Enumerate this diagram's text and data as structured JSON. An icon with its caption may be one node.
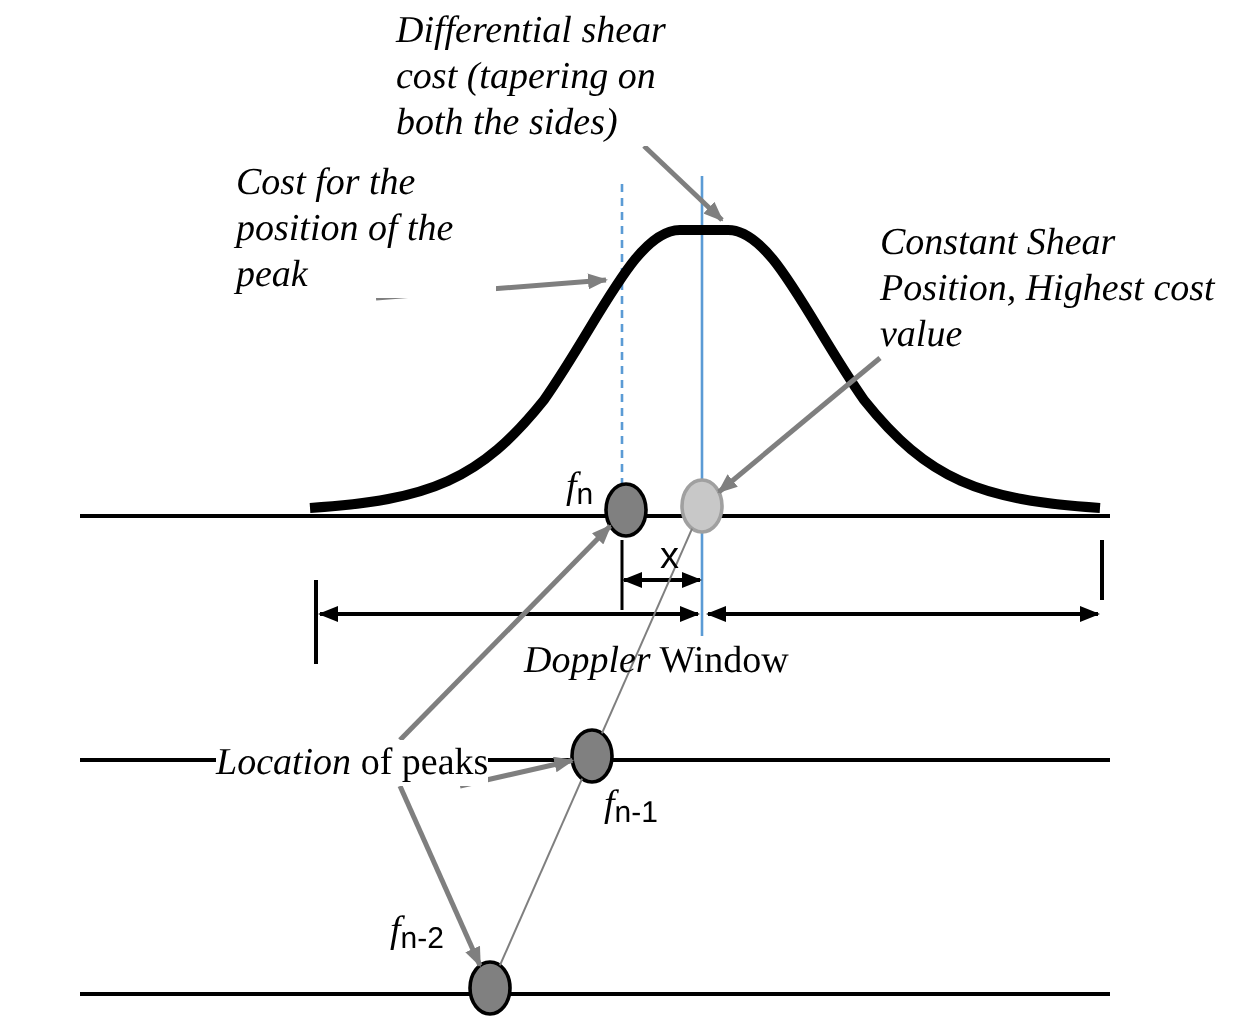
{
  "diagram": {
    "nodes": [
      {
        "text": [
          "Differential shear cost (tapering on both the sides)"
        ]
      },
      {
        "text": [
          "Cost for the position of the peak"
        ]
      },
      {
        "text": [
          "Constant Shear Position, Highest cost value"
        ]
      },
      {
        "text": [
          "*Location* of peaks"
        ]
      },
      {
        "text": [],
        "shape": "curve"
      },
      {
        "text": [],
        "shape": "circle"
      },
      {
        "text": [],
        "shape": "circle"
      },
      {
        "text": [],
        "shape": "circle",
        "beside": [
          "*f*$_{n-1}$"
        ]
      },
      {
        "text": [],
        "shape": "circle",
        "beside": [
          "*f*$_{n-2}$"
        ]
      }
    ],
    "edges": [
      {
        "from": 0,
        "to": 4,
        "arrow": "to"
      },
      {
        "from": 1,
        "to": 4,
        "arrow": "to"
      },
      {
        "from": 2,
        "to": 6,
        "arrow": "to"
      },
      {
        "from": 3,
        "to": 5,
        "arrow": "to"
      },
      {
        "from": 3,
        "to": 7,
        "arrow": "to"
      },
      {
        "from": 3,
        "to": 8,
        "arrow": "to"
      },
      {
        "from": 8,
        "to": 7,
        "arrow": "none"
      },
      {
        "from": 7,
        "to": 6,
        "arrow": "none"
      }
    ],
    "labels": [
      "*f*$_{n}$",
      "x",
      "*Doppler* Window"
    ]
  }
}
